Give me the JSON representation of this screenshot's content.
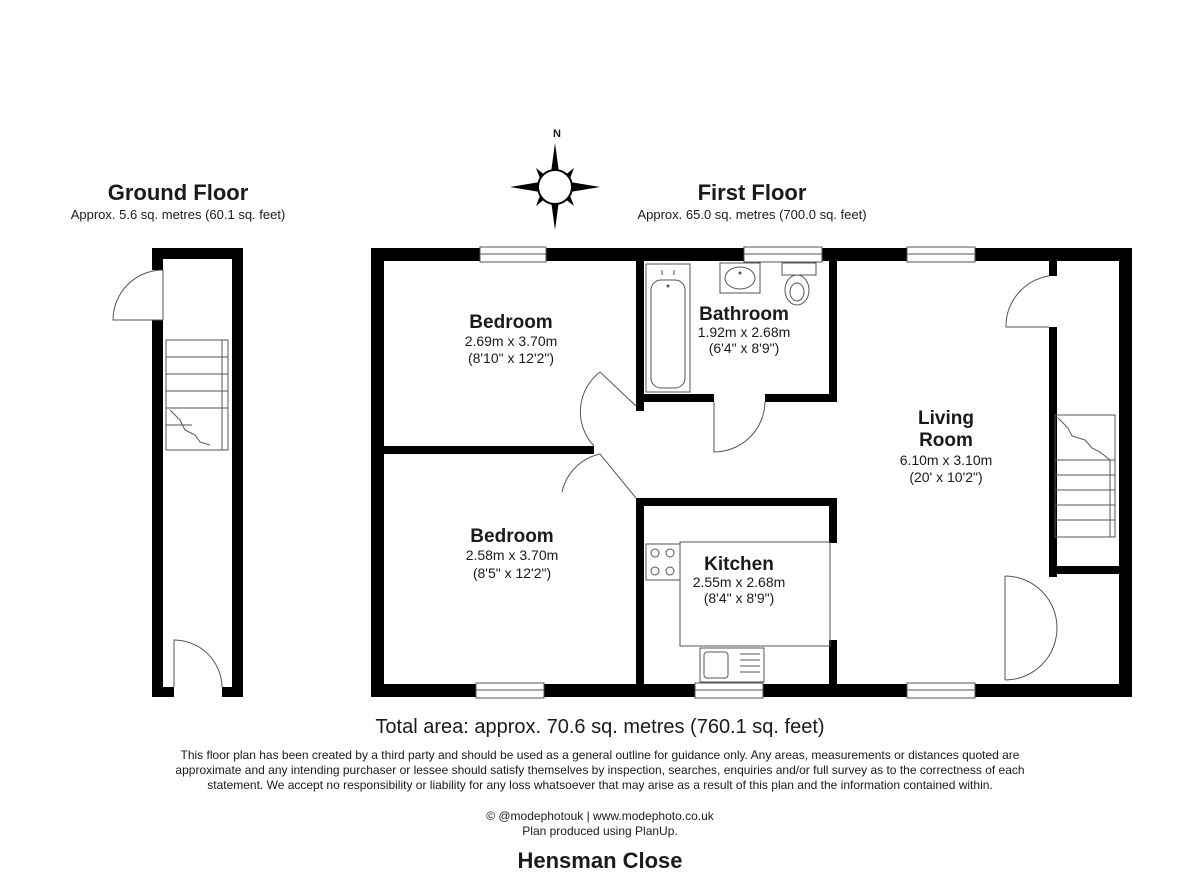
{
  "ground_floor": {
    "title": "Ground Floor",
    "area": "Approx. 5.6 sq. metres (60.1 sq. feet)"
  },
  "first_floor": {
    "title": "First Floor",
    "area": "Approx. 65.0 sq. metres (700.0 sq. feet)"
  },
  "compass": {
    "label": "N"
  },
  "rooms": {
    "bedroom_1": {
      "name": "Bedroom",
      "metric": "2.69m x 3.70m",
      "imperial": "(8'10\" x 12'2\")"
    },
    "bathroom": {
      "name": "Bathroom",
      "metric": "1.92m x 2.68m",
      "imperial": "(6'4\" x 8'9\")"
    },
    "living_room": {
      "name_line1": "Living",
      "name_line2": "Room",
      "metric": "6.10m x 3.10m",
      "imperial": "(20' x 10'2\")"
    },
    "bedroom_2": {
      "name": "Bedroom",
      "metric": "2.58m x 3.70m",
      "imperial": "(8'5\" x 12'2\")"
    },
    "kitchen": {
      "name": "Kitchen",
      "metric": "2.55m x 2.68m",
      "imperial": "(8'4\" x 8'9\")"
    }
  },
  "footer": {
    "total_area": "Total area: approx. 70.6 sq. metres (760.1 sq. feet)",
    "disclaimer": "This floor plan has been created by a third party and should be used as a general outline for guidance only. Any areas, measurements or distances quoted are approximate and any intending purchaser or lessee should satisfy themselves by inspection, searches, enquiries and/or full survey as to the correctness of each statement. We accept no responsibility or liability for any loss whatsoever that may arise as a result of this plan and the information contained within.",
    "credit": "© @modephotouk | www.modephoto.co.uk",
    "produced_by": "Plan produced using PlanUp.",
    "address": "Hensman Close"
  }
}
